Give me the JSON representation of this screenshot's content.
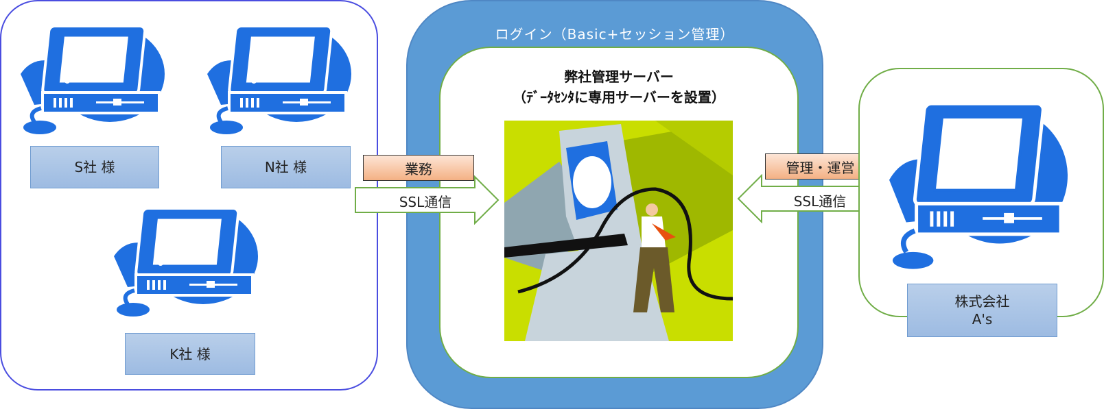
{
  "clients": {
    "s_label": "S社 様",
    "n_label": "N社 様",
    "k_label": "K社 様"
  },
  "login": {
    "title": "ログイン（Basic+セッション管理）"
  },
  "server": {
    "title_line1": "弊社管理サーバー",
    "title_line2": "（ﾃﾞｰﾀｾﾝﾀに専用サーバーを設置）"
  },
  "connections": {
    "left_tag": "業務",
    "left_arrow_label": "SSL通信",
    "right_tag": "管理・運営",
    "right_arrow_label": "SSL通信"
  },
  "admin": {
    "label_line1": "株式会社",
    "label_line2": "A's"
  },
  "colors": {
    "client_group_border": "#4a4de0",
    "login_frame": "#5b9bd5",
    "green_border": "#70ad47",
    "pc_blue": "#1f6fe0",
    "label_fill": "#a6c3e6",
    "tag_fill": "#f8c5a4",
    "art_green": "#c9de00"
  }
}
